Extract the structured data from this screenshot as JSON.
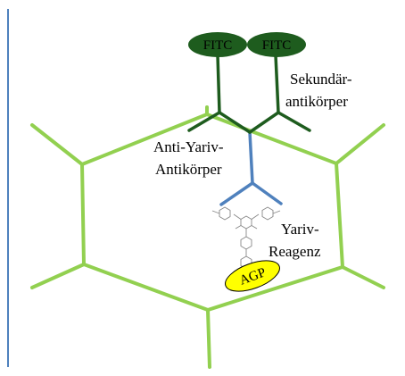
{
  "colors": {
    "cell_wall": "#92d050",
    "secondary_antibody": "#1e5c1e",
    "fitc_fill": "#1e5c1e",
    "primary_antibody": "#4f81bd",
    "agp_fill": "#ffff00",
    "left_rule": "#4f81bd",
    "molecule": "#888888"
  },
  "labels": {
    "fitc_left": "FITC",
    "fitc_right": "FITC",
    "secondary_line1": "Sekundär-",
    "secondary_line2": "antikörper",
    "primary_line1": "Anti-Yariv-",
    "primary_line2": "Antikörper",
    "reagent_line1": "Yariv-",
    "reagent_line2": "Reagenz",
    "agp": "AGP"
  }
}
